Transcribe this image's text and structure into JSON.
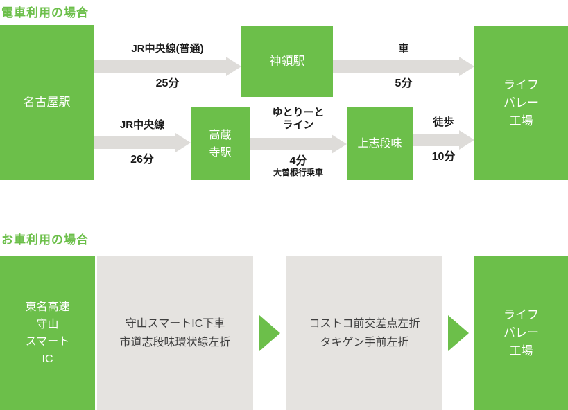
{
  "colors": {
    "green": "#6cbf4a",
    "arrow_gray": "#dedcd9",
    "step_gray": "#e5e3e0",
    "label_black": "#1a1a1a",
    "step_text": "#3f3f3f"
  },
  "train": {
    "title": "電車利用の場合",
    "nagoya": "名古屋駅",
    "jinryo": "神領駅",
    "kozoji": [
      "高蔵",
      "寺駅"
    ],
    "kamishidami": "上志段味",
    "factory": [
      "ライフ",
      "バレー",
      "工場"
    ],
    "leg_nagoya_jinryo": {
      "top": "JR中央線(普通)",
      "bottom": "25分"
    },
    "leg_jinryo_factory": {
      "top": "車",
      "bottom": "5分"
    },
    "leg_nagoya_kozoji": {
      "top": "JR中央線",
      "bottom": "26分"
    },
    "leg_kozoji_kamishidami": {
      "top": [
        "ゆとりーと",
        "ライン"
      ],
      "bottom": [
        "4分",
        "大曽根行乗車"
      ]
    },
    "leg_kamishidami_factory": {
      "top": "徒歩",
      "bottom": "10分"
    }
  },
  "car": {
    "title": "お車利用の場合",
    "start": [
      "東名高速",
      "守山",
      "スマート",
      "IC"
    ],
    "step1": [
      "守山スマートIC下車",
      "市道志段味環状線左折"
    ],
    "step2": [
      "コストコ前交差点左折",
      "タキゲン手前左折"
    ],
    "factory": [
      "ライフ",
      "バレー",
      "工場"
    ]
  }
}
